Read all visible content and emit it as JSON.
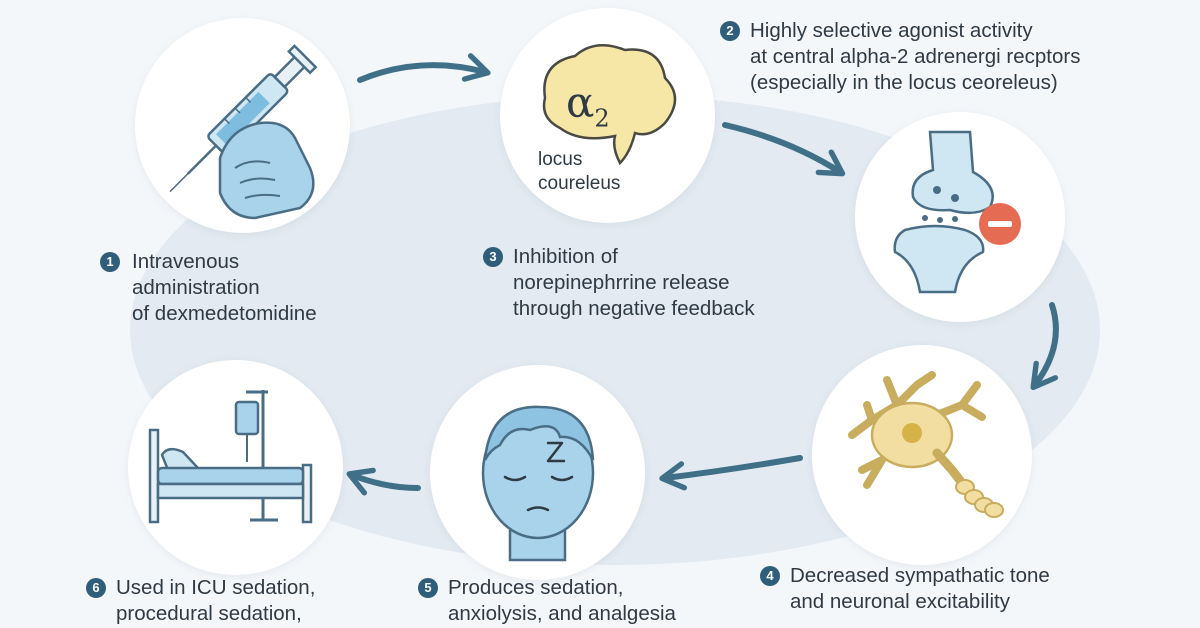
{
  "colors": {
    "background": "#f4f7fa",
    "oval": "#e3eaf1",
    "arrow": "#3f7088",
    "badge": "#2f5e7a",
    "illustration_blue": "#a9d3ea",
    "illustration_outline": "#4a6d86",
    "brain_yellow": "#f6e7a6",
    "neuron_yellow": "#f2dea0",
    "inhibit_red": "#e56b52"
  },
  "icons": [
    "syringe-hand-icon",
    "brain-alpha2-icon",
    "synapse-inhibition-icon",
    "neuron-icon",
    "sleeping-face-icon",
    "hospital-bed-iv-icon"
  ],
  "brain": {
    "symbol": "α",
    "subscript": "2",
    "label_line1": "locus",
    "label_line2": "coureleus"
  },
  "steps": [
    {
      "number": "1",
      "lines": [
        "Intravenous",
        "administration",
        "of dexmedetomidine"
      ]
    },
    {
      "number": "2",
      "lines": [
        "Highly selective agonist activity",
        "at central alpha-2 adrenergi recptors",
        "(especially in the locus ceoreleus)"
      ]
    },
    {
      "number": "3",
      "lines": [
        "Inhibition of",
        "norepinephrrine release",
        "through negative feedback"
      ]
    },
    {
      "number": "4",
      "lines": [
        "Decreased sympathatic tone",
        "and neuronal excitability"
      ]
    },
    {
      "number": "5",
      "lines": [
        "Produces sedation,",
        "anxiolysis, and analgesia"
      ]
    },
    {
      "number": "6",
      "lines": [
        "Used in ICU sedation,",
        "procedural sedation,"
      ]
    }
  ]
}
